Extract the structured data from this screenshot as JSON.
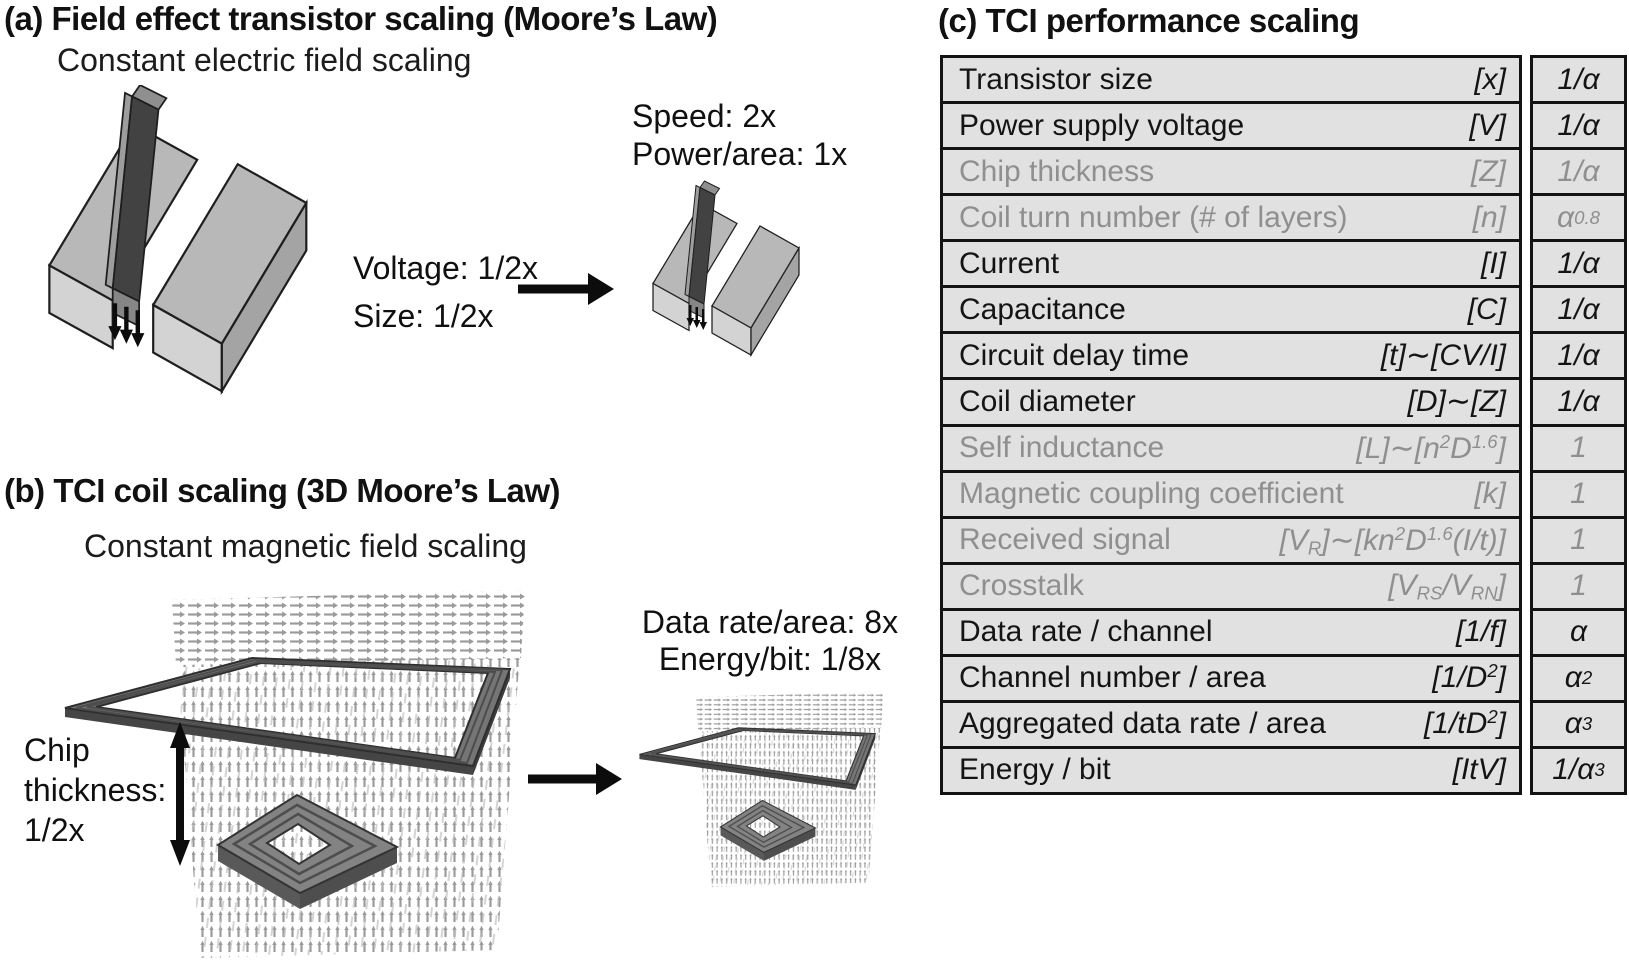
{
  "panel_a": {
    "label": "(a)",
    "title": "Field effect transistor scaling (Moore’s Law)",
    "subtitle": "Constant electric field scaling",
    "input_labels": [
      "Voltage: 1/2x",
      "Size: 1/2x"
    ],
    "output_labels": [
      "Speed: 2x",
      "Power/area: 1x"
    ]
  },
  "panel_b": {
    "label": "(b)",
    "title": "TCI coil scaling (3D Moore’s Law)",
    "subtitle": "Constant magnetic field scaling",
    "chip_label": [
      "Chip",
      "thickness:",
      "1/2x"
    ],
    "output_labels": [
      "Data rate/area: 8x",
      "Energy/bit: 1/8x"
    ]
  },
  "panel_c": {
    "label": "(c)",
    "title": "TCI performance scaling",
    "rows": [
      {
        "label": "Transistor size",
        "symbol": "[x]",
        "value": "1/α",
        "gray": false
      },
      {
        "label": "Power supply voltage",
        "symbol": "[V]",
        "value": "1/α",
        "gray": false
      },
      {
        "label": "Chip thickness",
        "symbol": "[Z]",
        "value": "1/α",
        "gray": true
      },
      {
        "label": "Coil turn number (# of layers)",
        "symbol": "[n]",
        "value": "α^{0.8}",
        "gray": true
      },
      {
        "label": "Current",
        "symbol": "[I]",
        "value": "1/α",
        "gray": false
      },
      {
        "label": "Capacitance",
        "symbol": "[C]",
        "value": "1/α",
        "gray": false
      },
      {
        "label": "Circuit delay time",
        "symbol": "[t]∼[CV/I]",
        "value": "1/α",
        "gray": false
      },
      {
        "label": "Coil diameter",
        "symbol": "[D]∼[Z]",
        "value": "1/α",
        "gray": false
      },
      {
        "label": "Self inductance",
        "symbol": "[L]∼[n^{2}D^{1.6}]",
        "value": "1",
        "gray": true
      },
      {
        "label": "Magnetic coupling coefficient",
        "symbol": "[k]",
        "value": "1",
        "gray": true
      },
      {
        "label": "Received signal",
        "symbol": "[V_{R}]∼[kn^{2}D^{1.6}(I/t)]",
        "value": "1",
        "gray": true
      },
      {
        "label": "Crosstalk",
        "symbol": "[V_{RS}/V_{RN}]",
        "value": "1",
        "gray": true
      },
      {
        "label": "Data rate / channel",
        "symbol": "[1/f]",
        "value": "α",
        "gray": false
      },
      {
        "label": "Channel number / area",
        "symbol": "[1/D^{2}]",
        "value": "α^{2}",
        "gray": false
      },
      {
        "label": "Aggregated data rate / area",
        "symbol": "[1/tD^{2}]",
        "value": "α^{3}",
        "gray": false
      },
      {
        "label": "Energy / bit",
        "symbol": "[ItV]",
        "value": "1/α^{3}",
        "gray": false
      }
    ]
  },
  "colors": {
    "table_cell_bg": "#e1e1e1",
    "table_border": "#131313",
    "gray_text": "#8f8f8f",
    "black_text": "#111111",
    "coil_gray": "#757575",
    "bar_light_gray": "#c4c4c4",
    "gate_dark_gray": "#3f3f3f"
  }
}
